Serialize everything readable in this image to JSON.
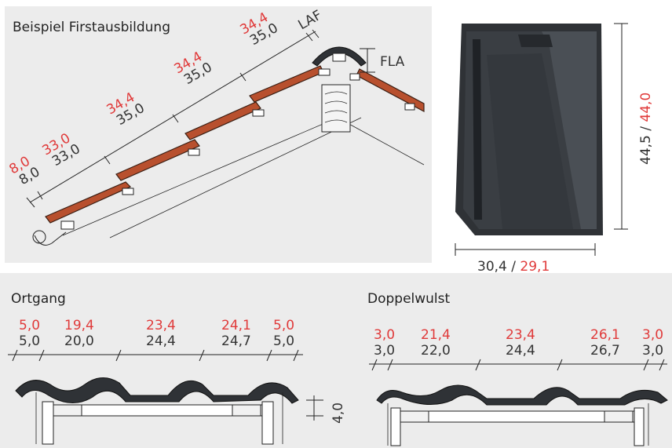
{
  "ridge": {
    "title": "Beispiel Firstausbildung",
    "dims": [
      {
        "red": "8,0",
        "black": "8,0"
      },
      {
        "red": "33,0",
        "black": "33,0"
      },
      {
        "red": "34,4",
        "black": "35,0"
      },
      {
        "red": "34,4",
        "black": "35,0"
      },
      {
        "red": "34,4",
        "black": "35,0"
      }
    ],
    "laf": "LAF",
    "fla": "FLA"
  },
  "tile": {
    "height_black": "44,5",
    "height_sep": " / ",
    "height_red": "44,0",
    "width_black": "30,4",
    "width_sep": " / ",
    "width_red": "29,1"
  },
  "ortgang": {
    "title": "Ortgang",
    "dims": [
      {
        "red": "5,0",
        "black": "5,0"
      },
      {
        "red": "19,4",
        "black": "20,0"
      },
      {
        "red": "23,4",
        "black": "24,4"
      },
      {
        "red": "24,1",
        "black": "24,7"
      },
      {
        "red": "5,0",
        "black": "5,0"
      }
    ],
    "height": "4,0"
  },
  "doppelwulst": {
    "title": "Doppelwulst",
    "dims": [
      {
        "red": "3,0",
        "black": "3,0"
      },
      {
        "red": "21,4",
        "black": "22,0"
      },
      {
        "red": "23,4",
        "black": "24,4"
      },
      {
        "red": "26,1",
        "black": "26,7"
      },
      {
        "red": "3,0",
        "black": "3,0"
      }
    ]
  },
  "colors": {
    "panel": "#ececec",
    "tile_red": "#b8502e",
    "tile_dark": "#2f3236",
    "dim_red": "#e03a3a"
  }
}
